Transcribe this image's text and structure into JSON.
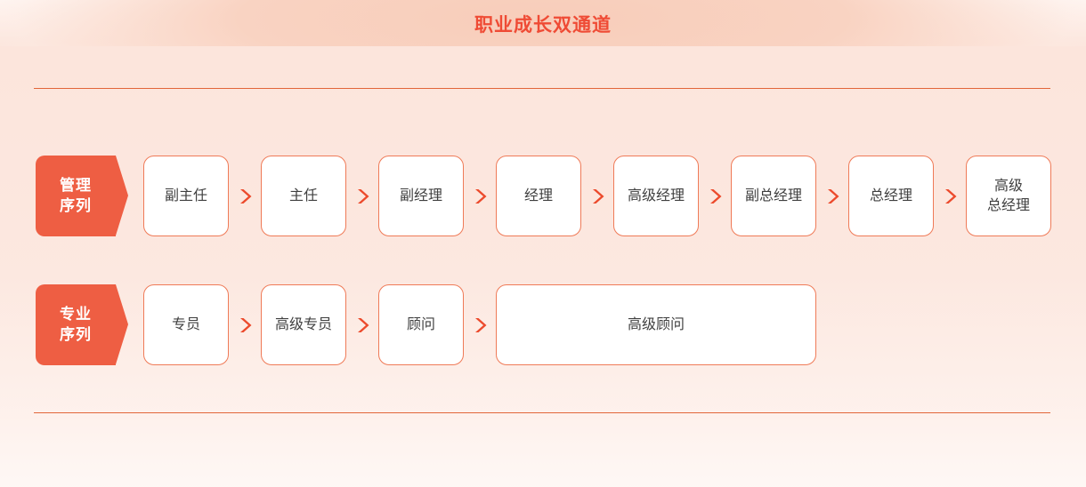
{
  "header": {
    "title": "职业成长双通道"
  },
  "theme": {
    "accent": "#ee5e43",
    "accent_text": "#ef4b35",
    "arrow": "#ec4a2c",
    "box_border": "#ef7a57",
    "box_fill": "#ffffff",
    "box_text": "#3f3f3f",
    "divider": "#e2663a",
    "background": "#fdf0ea"
  },
  "tracks": [
    {
      "id": "management",
      "label_line1": "管理",
      "label_line2": "序列",
      "nodes": [
        {
          "text": "副主任",
          "wide": false
        },
        {
          "text": "主任",
          "wide": false
        },
        {
          "text": "副经理",
          "wide": false
        },
        {
          "text": "经理",
          "wide": false
        },
        {
          "text": "高级经理",
          "wide": false
        },
        {
          "text": "副总经理",
          "wide": false
        },
        {
          "text": "总经理",
          "wide": false
        },
        {
          "text": "高级\n总经理",
          "wide": false
        }
      ]
    },
    {
      "id": "professional",
      "label_line1": "专业",
      "label_line2": "序列",
      "nodes": [
        {
          "text": "专员",
          "wide": false
        },
        {
          "text": "高级专员",
          "wide": false
        },
        {
          "text": "顾问",
          "wide": false
        },
        {
          "text": "高级顾问",
          "wide": true
        }
      ]
    }
  ],
  "icons": {
    "arrow": "chevron-right-icon"
  }
}
